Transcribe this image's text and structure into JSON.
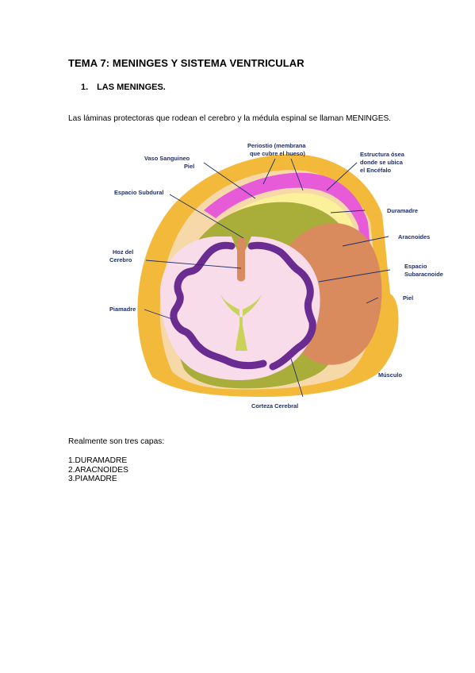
{
  "document": {
    "title": "TEMA 7: MENINGES Y SISTEMA VENTRICULAR",
    "section": {
      "number": "1.",
      "title": "LAS MENINGES."
    },
    "intro": "Las láminas protectoras que rodean el cerebro y la médula espinal se llaman MENINGES.",
    "layers_lead": "Realmente son tres capas:",
    "layers": [
      "1.DURAMADRE",
      "2.ARACNOIDES",
      "3.PIAMADRE"
    ]
  },
  "figure": {
    "labels": {
      "vaso_line1": "Vaso Sanguineo",
      "vaso_line2": "Piel",
      "periostio_line1": "Periostio (membrana",
      "periostio_line2": "que cubre el hueso)",
      "estructura_line1": "Estructura ósea",
      "estructura_line2": "donde se ubica",
      "estructura_line3": "el Encéfalo",
      "espacio_subdural": "Espacio Subdural",
      "duramadre": "Duramadre",
      "aracnoides": "Aracnoides",
      "hoz_line1": "Hoz del",
      "hoz_line2": "Cerebro",
      "espacio_sub_line1": "Espacio",
      "espacio_sub_line2": "Subaracnoide",
      "piel": "Piel",
      "piamadre": "Piamadre",
      "musculo": "Músculo",
      "corteza": "Corteza Cerebral"
    },
    "colors": {
      "outer_skin": "#f3b93b",
      "skull_layer": "#f7d9a9",
      "membrane_pink": "#e85bd8",
      "bone": "#fbf19a",
      "dura": "#a9ad3a",
      "arachnoid": "#d98b5e",
      "brain": "#f8dcea",
      "cortex": "#6a2c91",
      "ventricle": "#c9d25a",
      "label_text": "#1f2f6e"
    }
  }
}
